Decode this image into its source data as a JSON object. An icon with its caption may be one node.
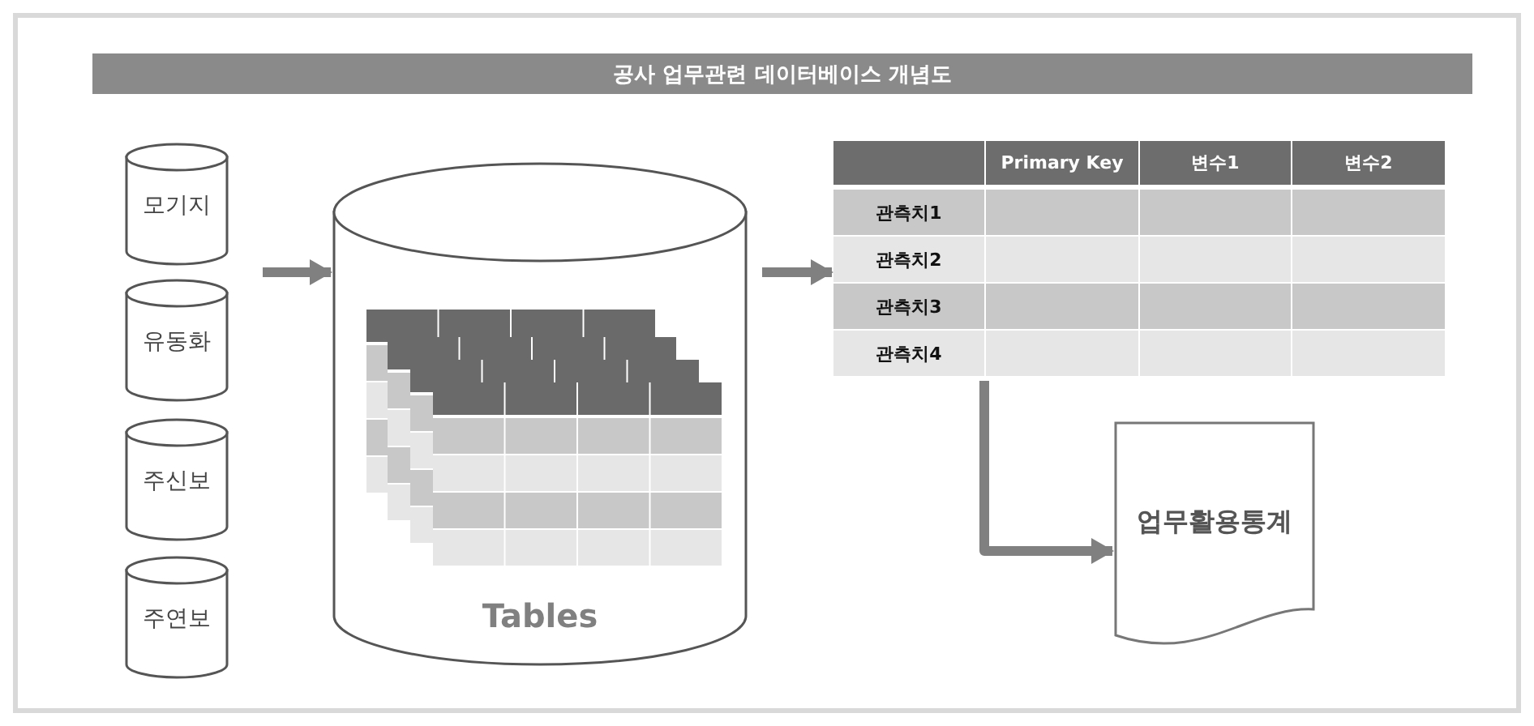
{
  "diagram": {
    "title": "공사 업무관련 데이터베이스 개념도",
    "nodes": [
      {
        "text": [
          "모기지"
        ]
      },
      {
        "text": [
          "유동화"
        ]
      },
      {
        "text": [
          "주신보"
        ]
      },
      {
        "text": [
          "주연보"
        ]
      },
      {
        "text": [
          "Tables"
        ]
      },
      {
        "text": [
          "Primary Key",
          "변수1",
          "변수2",
          "관측치1",
          "관측치2",
          "관측치3",
          "관측치4"
        ]
      },
      {
        "text": [
          "업무활용통계"
        ]
      }
    ],
    "edges": [
      {
        "from": null,
        "to": 4,
        "arrow": "to"
      },
      {
        "from": 4,
        "to": 5,
        "arrow": "to"
      },
      {
        "from": 5,
        "to": 6,
        "arrow": "to"
      }
    ]
  }
}
